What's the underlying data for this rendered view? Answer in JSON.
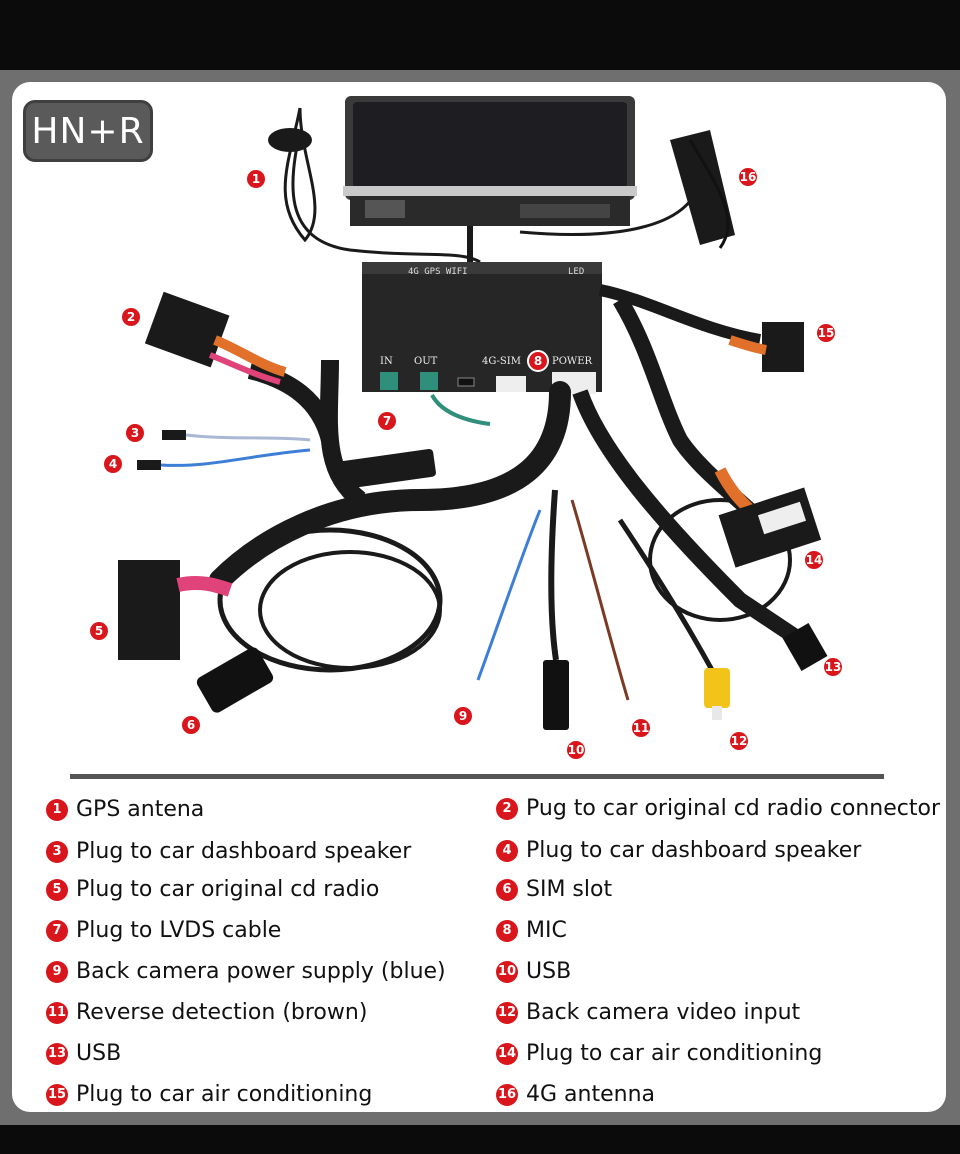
{
  "badge": "HN+R",
  "unit_labels": {
    "top": "4G  GPS  WIFI",
    "led": "LED",
    "in": "IN",
    "out": "OUT",
    "sim": "4G-SIM",
    "power": "POWER"
  },
  "callouts": [
    "1",
    "2",
    "3",
    "4",
    "5",
    "6",
    "7",
    "8",
    "9",
    "10",
    "11",
    "12",
    "13",
    "14",
    "15",
    "16"
  ],
  "legend": [
    {
      "num": "1",
      "text": "GPS antena"
    },
    {
      "num": "2",
      "text": "Pug to car original cd radio connector"
    },
    {
      "num": "3",
      "text": "Plug to car dashboard speaker"
    },
    {
      "num": "4",
      "text": "Plug to car dashboard speaker"
    },
    {
      "num": "5",
      "text": "Plug to car original cd radio"
    },
    {
      "num": "6",
      "text": "SIM slot"
    },
    {
      "num": "7",
      "text": "Plug to LVDS cable"
    },
    {
      "num": "8",
      "text": "MIC"
    },
    {
      "num": "9",
      "text": "Back camera power supply (blue)"
    },
    {
      "num": "10",
      "text": "USB"
    },
    {
      "num": "11",
      "text": "Reverse detection (brown)"
    },
    {
      "num": "12",
      "text": "Back camera video input"
    },
    {
      "num": "13",
      "text": "USB"
    },
    {
      "num": "14",
      "text": "Plug to car air conditioning"
    },
    {
      "num": "15",
      "text": "Plug to car air conditioning"
    },
    {
      "num": "16",
      "text": "4G antenna"
    }
  ],
  "colors": {
    "callout_red": "#d8161b",
    "cable_black": "#1a1a1a",
    "box_dark": "#2a2a2a",
    "wire_orange": "#e0702a",
    "wire_pink": "#e0427a",
    "wire_blue": "#3d7ed6",
    "connector_green": "#2f8f7a",
    "rca_yellow": "#f2c318"
  }
}
